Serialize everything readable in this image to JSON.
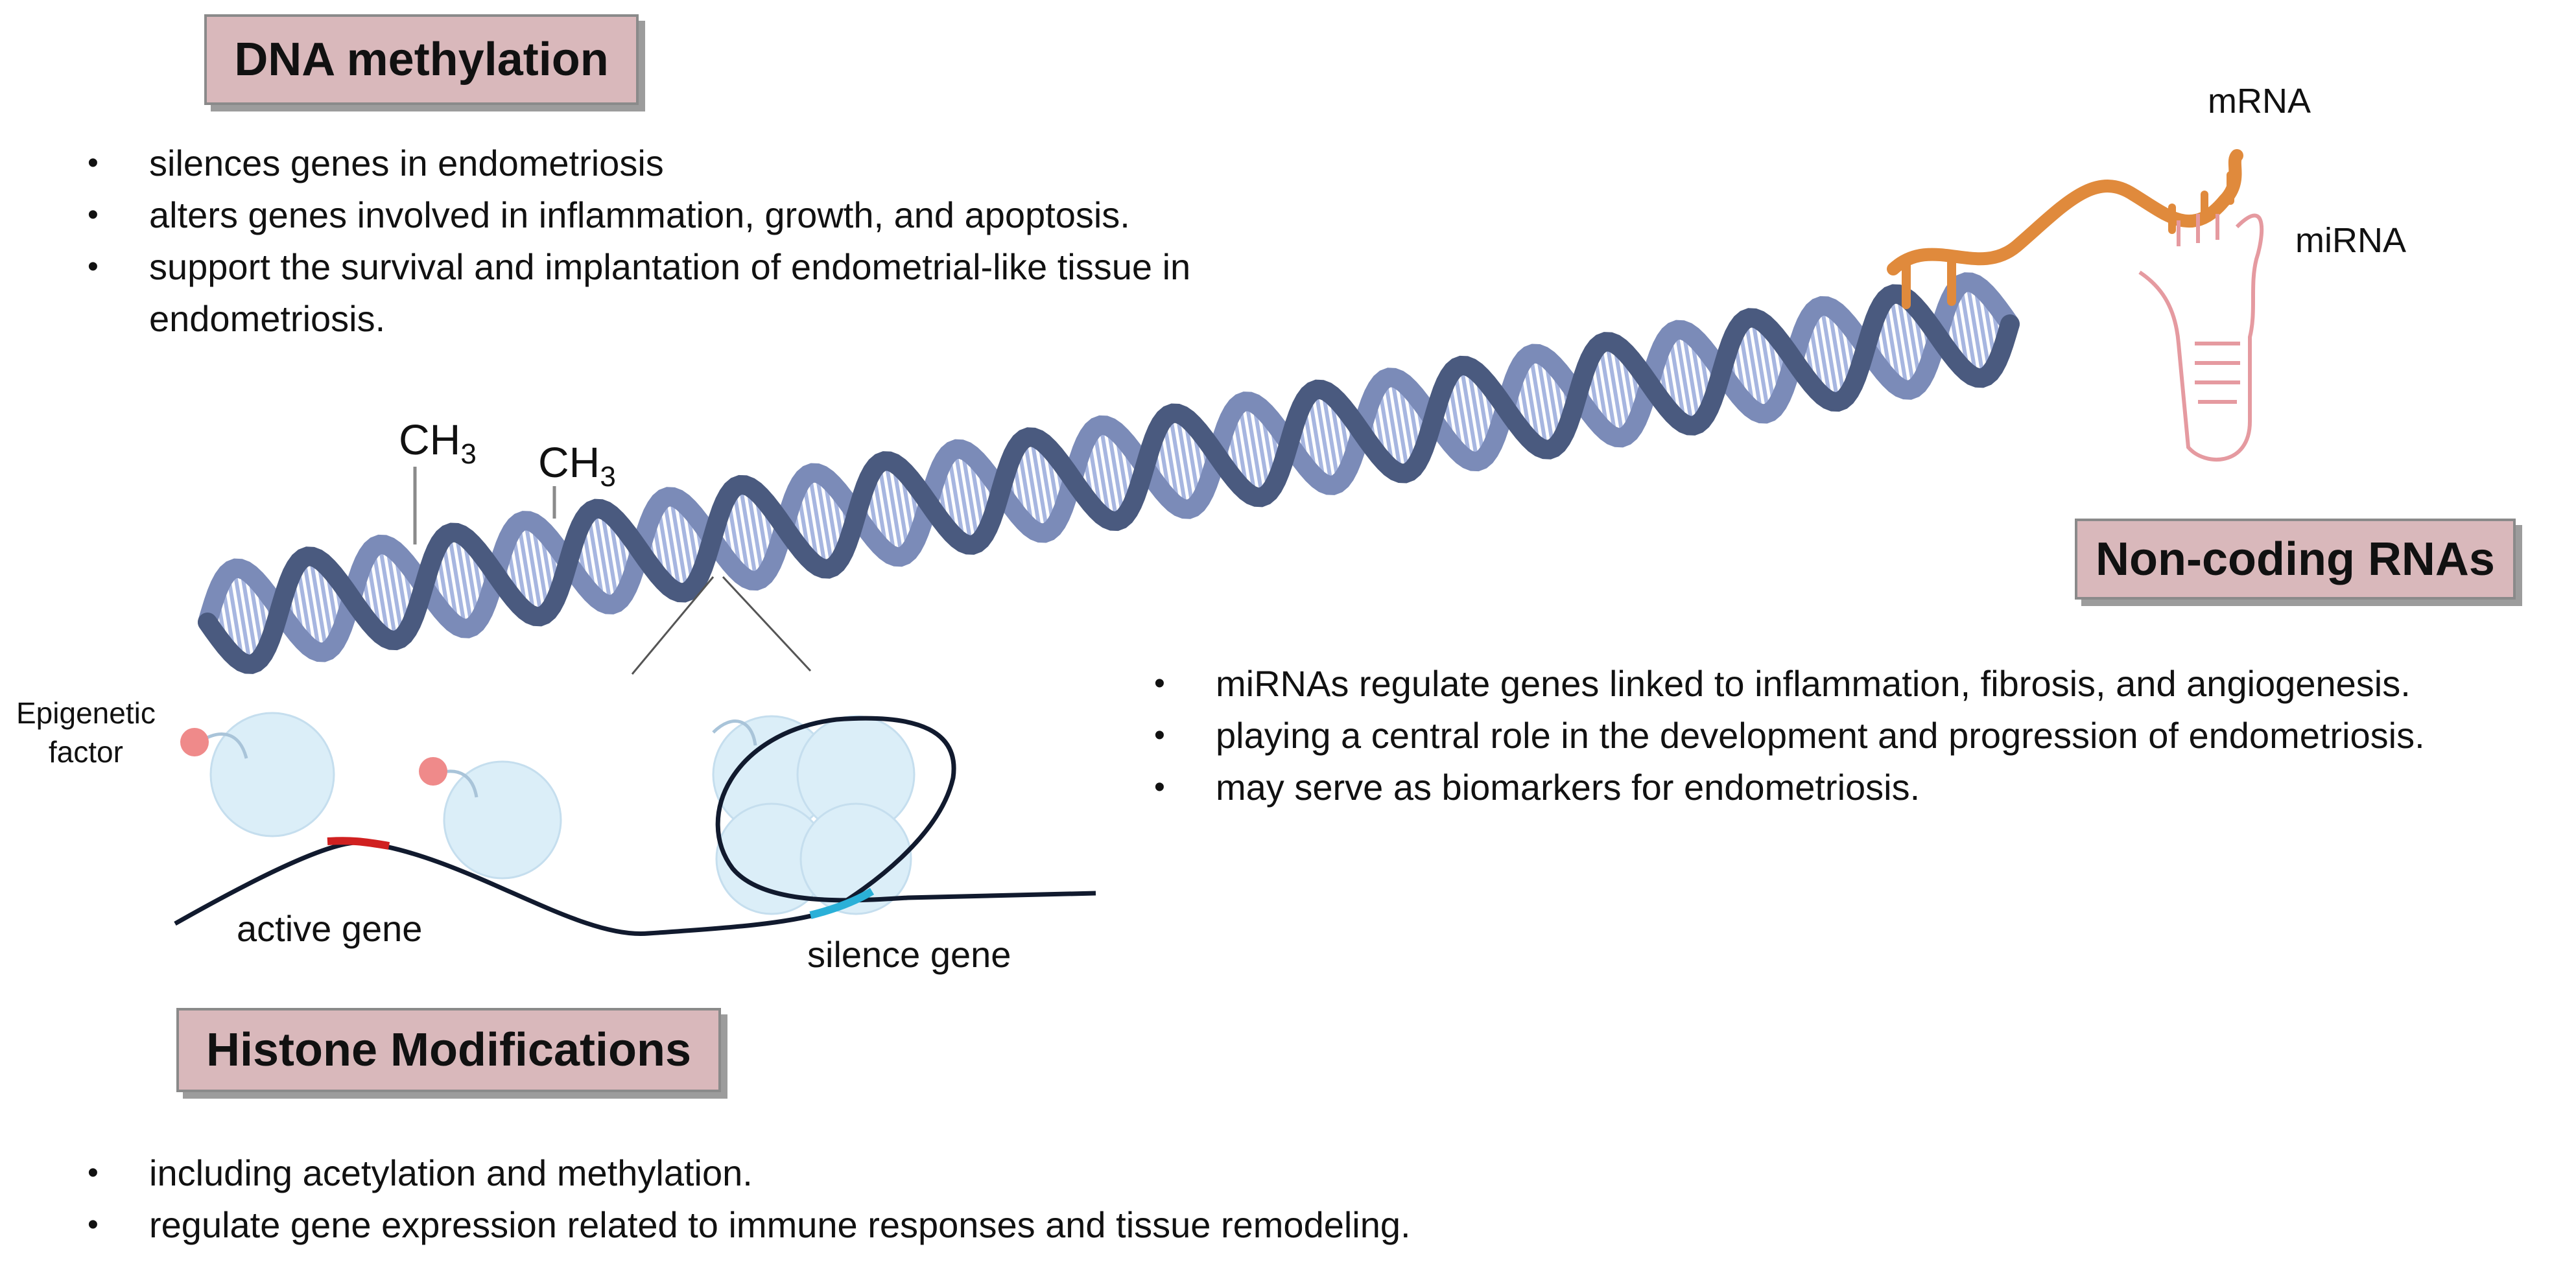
{
  "dna_methylation": {
    "title": "DNA methylation",
    "bullets": [
      "silences genes in endometriosis",
      "alters genes involved in inflammation, growth, and apoptosis.",
      "support the survival and implantation of endometrial-like tissue in endometriosis."
    ],
    "ch3_label": "CH",
    "ch3_sub": "3"
  },
  "noncoding": {
    "title": "Non-coding RNAs",
    "mrna_label": "mRNA",
    "mirna_label": "miRNA",
    "bullets": [
      "miRNAs regulate genes linked to inflammation, fibrosis, and angiogenesis.",
      "playing a central role in the development and progression of endometriosis.",
      "may serve as biomarkers for endometriosis."
    ]
  },
  "histone": {
    "title": "Histone Modifications",
    "epigenetic_factor_line1": "Epigenetic",
    "epigenetic_factor_line2": "factor",
    "active_gene": "active gene",
    "silence_gene": "silence gene",
    "bullets": [
      "including acetylation and methylation.",
      "regulate gene expression related to immune responses and tissue remodeling."
    ]
  },
  "colors": {
    "title_box": "#d9b8bb",
    "dna_dark": "#4a5a7f",
    "dna_light": "#7b8bb8",
    "rung": "#a7b6e0",
    "mrna": "#e08a3c",
    "mirna": "#e59aa0",
    "histone": "#dbeef8",
    "factor": "#ef8a8a",
    "active_mark": "#d02020",
    "silence_mark": "#2ab0d8"
  }
}
